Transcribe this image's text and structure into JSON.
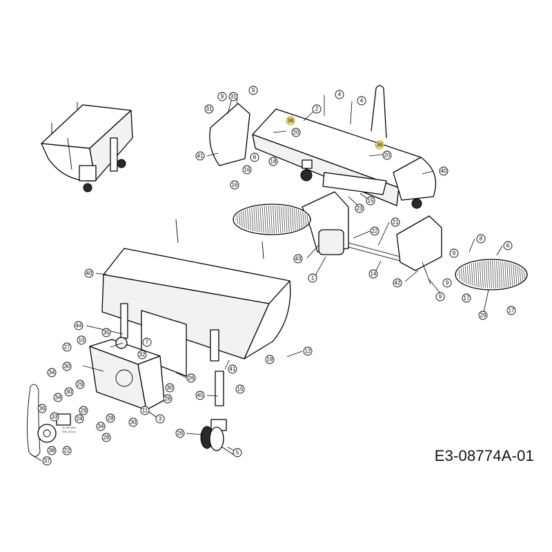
{
  "diagram_code": "E3-08774A-01",
  "small_print": [
    "3x 5/8 shim",
    "3/8x 3/4 ss"
  ],
  "callouts": [
    "9",
    "31",
    "9",
    "31",
    "4",
    "4",
    "2",
    "36",
    "20",
    "36",
    "20",
    "41",
    "8",
    "16",
    "16",
    "18",
    "40",
    "23",
    "15",
    "21",
    "22",
    "43",
    "1",
    "14",
    "8",
    "6",
    "9",
    "42",
    "9",
    "9",
    "17",
    "17",
    "29",
    "40",
    "44",
    "35",
    "10",
    "7",
    "32",
    "27",
    "30",
    "34",
    "29",
    "30",
    "30",
    "34",
    "28",
    "29",
    "36",
    "33",
    "24",
    "38",
    "22",
    "37",
    "34",
    "28",
    "30",
    "11",
    "3",
    "28",
    "26",
    "41",
    "19",
    "12",
    "45",
    "15",
    "26",
    "5"
  ]
}
